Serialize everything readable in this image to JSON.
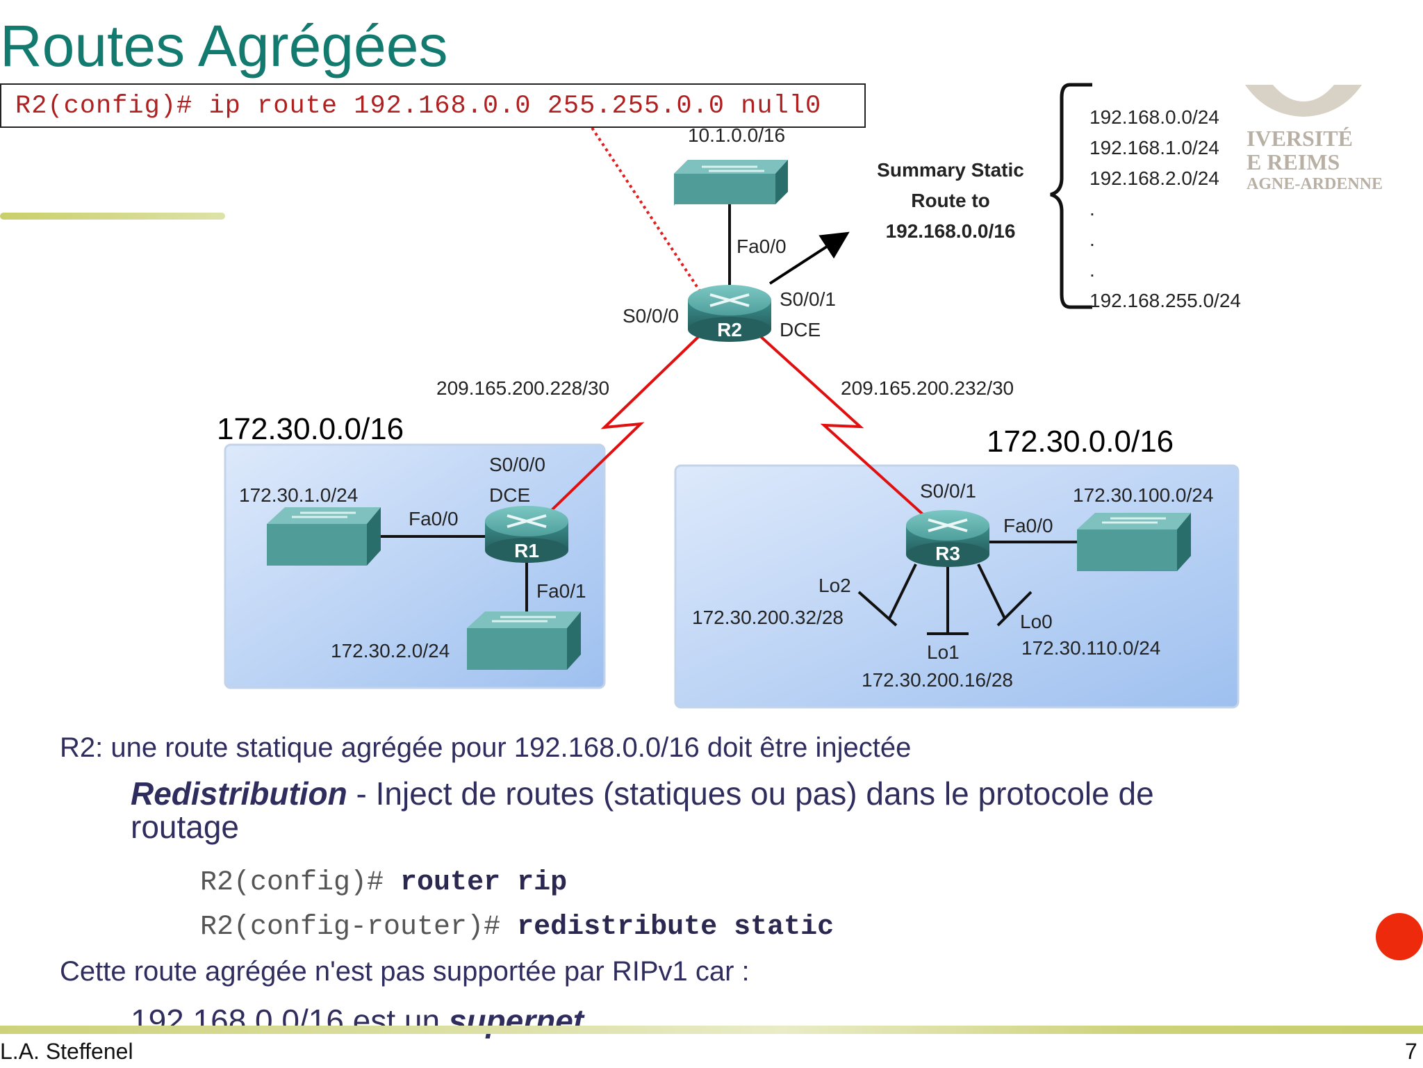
{
  "title": "Routes Agrégées",
  "command_box": "R2(config)# ip route 192.168.0.0 255.255.0.0 null0",
  "diagram": {
    "r2": {
      "name": "R2",
      "lan": "10.1.0.0/16",
      "fa": "Fa0/0",
      "s000": "S0/0/0",
      "s001": "S0/0/1",
      "dce": "DCE"
    },
    "summary": {
      "line1": "Summary Static",
      "line2": "Route to",
      "line3": "192.168.0.0/16"
    },
    "routes": [
      "192.168.0.0/24",
      "192.168.1.0/24",
      "192.168.2.0/24",
      ".",
      ".",
      ".",
      "192.168.255.0/24"
    ],
    "link_left": "209.165.200.228/30",
    "link_right": "209.165.200.232/30",
    "left_area_net": "172.30.0.0/16",
    "right_area_net": "172.30.0.0/16",
    "r1": {
      "name": "R1",
      "s000": "S0/0/0",
      "dce": "DCE",
      "fa0": "Fa0/0",
      "fa1": "Fa0/1",
      "lan1": "172.30.1.0/24",
      "lan2": "172.30.2.0/24"
    },
    "r3": {
      "name": "R3",
      "s001": "S0/0/1",
      "fa0": "Fa0/0",
      "lan": "172.30.100.0/24",
      "lo0": "Lo0",
      "lo0_net": "172.30.110.0/24",
      "lo1": "Lo1",
      "lo1_net": "172.30.200.16/28",
      "lo2": "Lo2",
      "lo2_net": "172.30.200.32/28"
    }
  },
  "logo": {
    "line1": "IVERSITÉ",
    "line2": "E REIMS",
    "line3": "AGNE-ARDENNE"
  },
  "text": {
    "line1": "R2: une route statique agrégée pour 192.168.0.0/16 doit être injectée",
    "line2_bold": "Redistribution",
    "line2_rest": " - Inject de routes (statiques ou pas) dans le protocole de routage",
    "cmd1_prompt": "R2(config)# ",
    "cmd1_bold": "router rip",
    "cmd2_prompt": "R2(config-router)# ",
    "cmd2_bold": "redistribute static",
    "line5": "Cette route agrégée n'est pas supportée par RIPv1 car :",
    "line6_normal": "192.168.0.0/16 est un ",
    "line6_bold": "supernet"
  },
  "footer": {
    "author": "L.A. Steffenel",
    "page": "7"
  },
  "colors": {
    "title": "#127a6e",
    "serial_link": "#e01010",
    "area_fill": "#b9d3f5",
    "router": "#3f9c9a",
    "text": "#2f2d5e"
  }
}
